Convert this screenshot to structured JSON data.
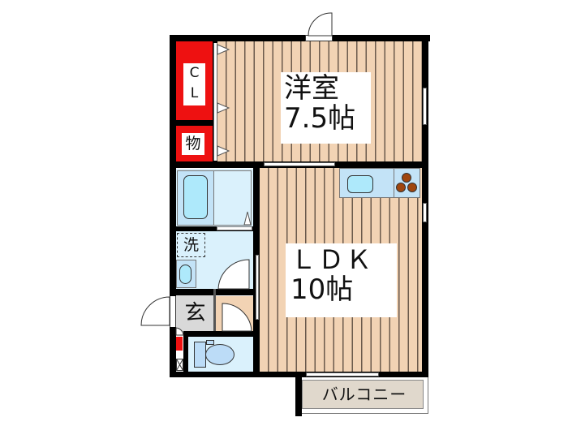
{
  "floorplan": {
    "rooms": {
      "western_room": {
        "name": "洋室",
        "size": "7.5帖"
      },
      "ldk": {
        "name": "ＬＤＫ",
        "size": "10帖"
      },
      "closet": {
        "label": "Ｃ\nＬ",
        "label_c": "C",
        "label_l": "L"
      },
      "storage": {
        "label": "物"
      },
      "washroom": {
        "label": "洗"
      },
      "entrance": {
        "label": "玄"
      },
      "balcony": {
        "label": "バルコニー"
      }
    },
    "colors": {
      "wood_floor": "#f2d3b4",
      "wood_line": "#6b5a4c",
      "storage_red": "#ee1111",
      "wet_area": "#daf1fc",
      "entrance_gray": "#d9d9d9",
      "balcony_fill": "#e0d8cc",
      "wall": "#000000",
      "fixture_blue": "#aee9fb",
      "stove_brown": "#a0460e"
    }
  }
}
